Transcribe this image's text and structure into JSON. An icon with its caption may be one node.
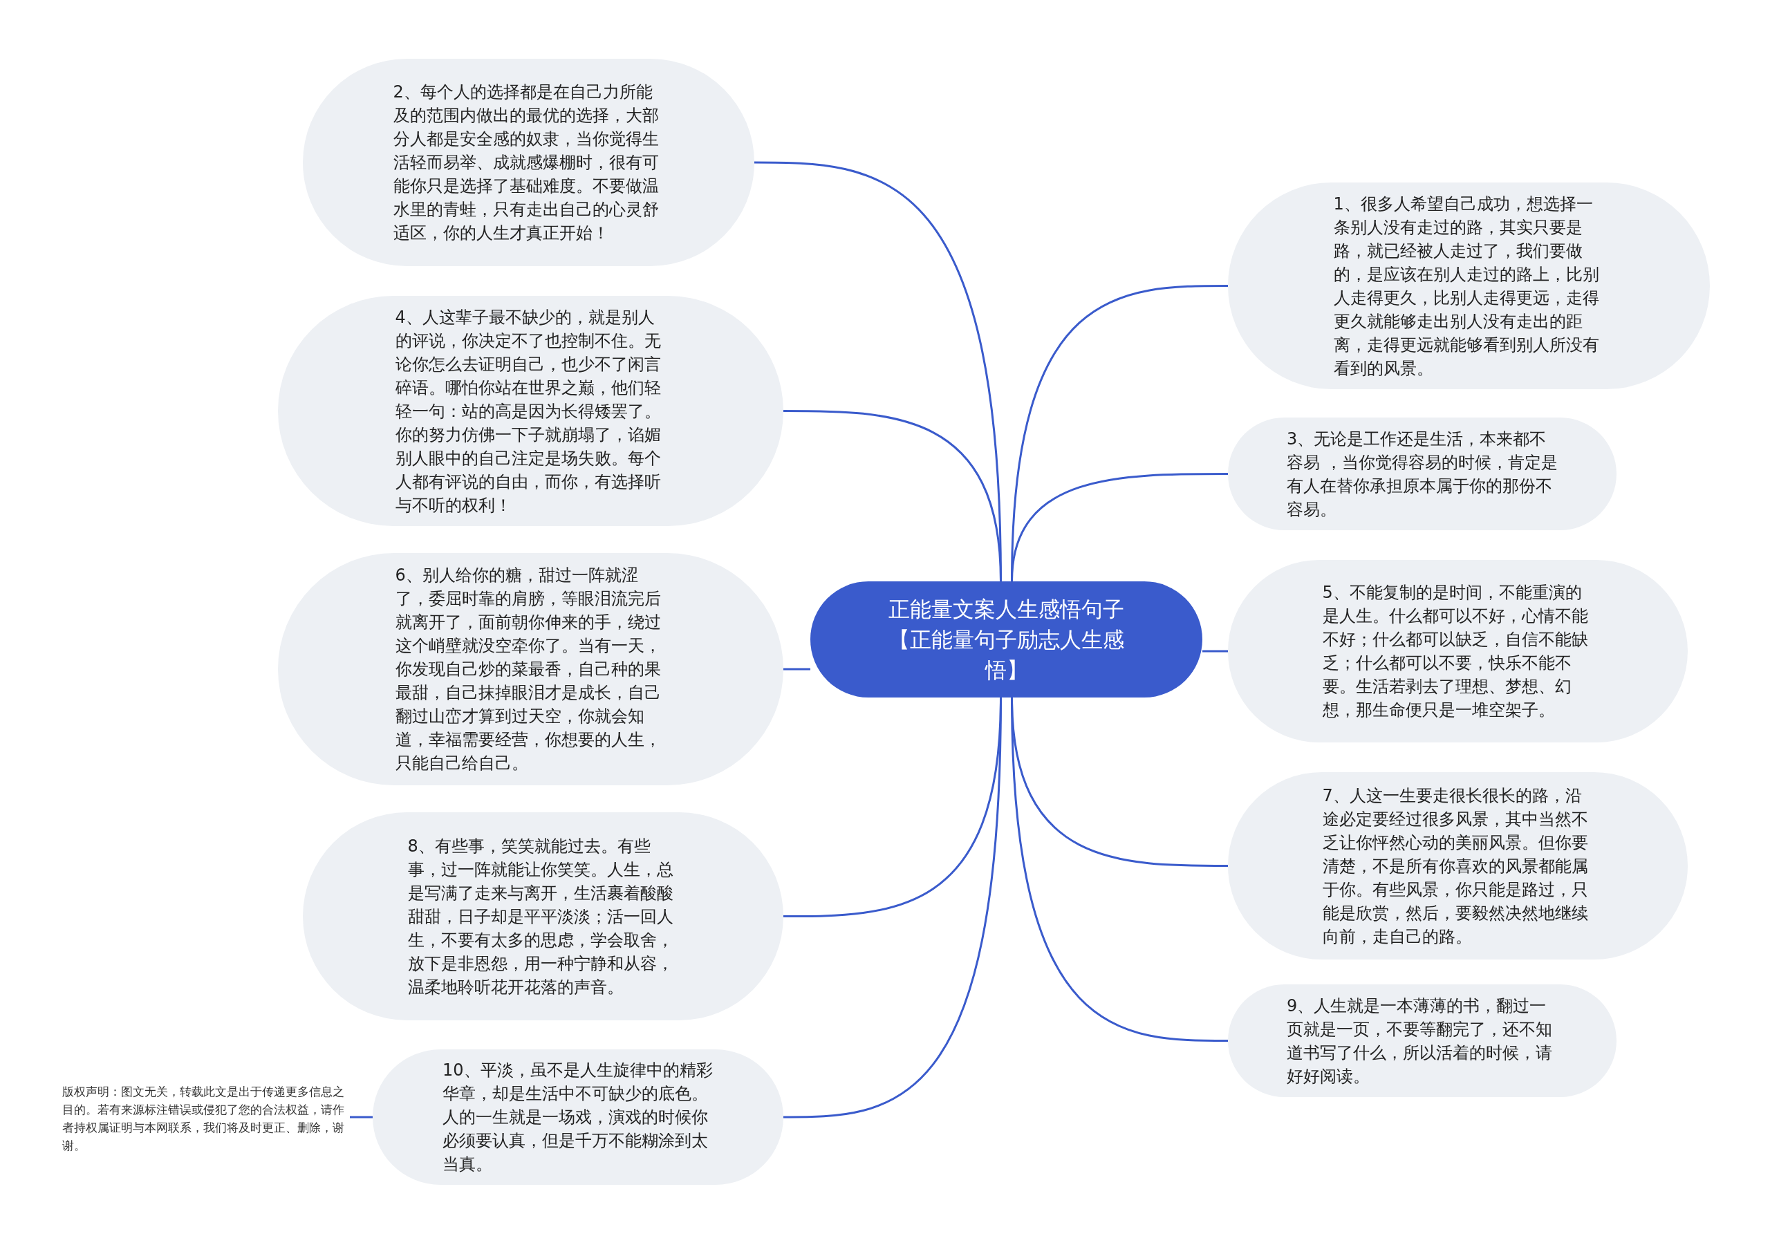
{
  "diagram": {
    "nodes": [
      {
        "text": [
          "正能量文案人生感悟句子【正能量句子励志人生感悟】"
        ]
      },
      {
        "text": [
          "1、很多人希望自己成功，想选择一条别人没有走过的路，其实只要是路，就已经被人走过了，我们要做的，是应该在别人走过的路上，比别人走得更久，比别人走得更远，走得更久就能够走出别人没有走出的距离，走得更远就能够看到别人所没有看到的风景。"
        ]
      },
      {
        "text": [
          "2、每个人的选择都是在自己力所能及的范围内做出的最优的选择，大部分人都是安全感的奴隶，当你觉得生活轻而易举、成就感爆棚时，很有可能你只是选择了基础难度。不要做温水里的青蛙，只有走出自己的心灵舒适区，你的人生才真正开始！"
        ]
      },
      {
        "text": [
          "3、无论是工作还是生活，本来都不容易 ，当你觉得容易的时候，肯定是有人在替你承担原本属于你的那份不容易。"
        ]
      },
      {
        "text": [
          "4、人这辈子最不缺少的，就是别人的评说，你决定不了也控制不住。无论你怎么去证明自己，也少不了闲言碎语。哪怕你站在世界之巅，他们轻轻一句：站的高是因为长得矮罢了。你的努力仿佛一下子就崩塌了，谄媚别人眼中的自己注定是场失败。每个人都有评说的自由，而你，有选择听与不听的权利！"
        ]
      },
      {
        "text": [
          "5、不能复制的是时间，不能重演的是人生。什么都可以不好，心情不能不好；什么都可以缺乏，自信不能缺乏；什么都可以不要，快乐不能不要。生活若剥去了理想、梦想、幻想，那生命便只是一堆空架子。"
        ]
      },
      {
        "text": [
          "6、别人给你的糖，甜过一阵就涩了，委屈时靠的肩膀，等眼泪流完后就离开了，面前朝你伸来的手，绕过这个峭壁就没空牵你了。当有一天，你发现自己炒的菜最香，自己种的果最甜，自己抹掉眼泪才是成长，自己翻过山峦才算到过天空，你就会知道，幸福需要经营，你想要的人生，只能自己给自己。"
        ]
      },
      {
        "text": [
          "7、人这一生要走很长很长的路，沿途必定要经过很多风景，其中当然不乏让你怦然心动的美丽风景。但你要清楚，不是所有你喜欢的风景都能属于你。有些风景，你只能是路过，只能是欣赏，然后，要毅然决然地继续向前，走自己的路。"
        ]
      },
      {
        "text": [
          "8、有些事，笑笑就能过去。有些事，过一阵就能让你笑笑。人生，总是写满了走来与离开，生活裹着酸酸甜甜，日子却是平平淡淡；活一回人生，不要有太多的思虑，学会取舍，放下是非恩怨，用一种宁静和从容，温柔地聆听花开花落的声音。"
        ]
      },
      {
        "text": [
          "9、人生就是一本薄薄的书，翻过一页就是一页，不要等翻完了，还不知道书写了什么，所以活着的时候，请好好阅读。"
        ]
      },
      {
        "text": [
          "10、平淡，虽不是人生旋律中的精彩华章，却是生活中不可缺少的底色。人的一生就是一场戏，演戏的时候你必须要认真，但是千万不能糊涂到太当真。"
        ]
      },
      {
        "text": [
          "版权声明：图文无关，转载此文是出于传递更多信息之目的。若有来源标注错误或侵犯了您的合法权益，请作者持权属证明与本网联系，我们将及时更正、删除，谢谢。"
        ]
      }
    ],
    "edges": [
      {
        "from": 0,
        "to": 1,
        "arrow": "none"
      },
      {
        "from": 0,
        "to": 2,
        "arrow": "none"
      },
      {
        "from": 0,
        "to": 3,
        "arrow": "none"
      },
      {
        "from": 0,
        "to": 4,
        "arrow": "none"
      },
      {
        "from": 0,
        "to": 5,
        "arrow": "none"
      },
      {
        "from": 0,
        "to": 6,
        "arrow": "none"
      },
      {
        "from": 0,
        "to": 7,
        "arrow": "none"
      },
      {
        "from": 0,
        "to": 8,
        "arrow": "none"
      },
      {
        "from": 0,
        "to": 9,
        "arrow": "none"
      },
      {
        "from": 0,
        "to": 10,
        "arrow": "none"
      },
      {
        "from": 11,
        "to": 10,
        "arrow": "none"
      }
    ]
  }
}
